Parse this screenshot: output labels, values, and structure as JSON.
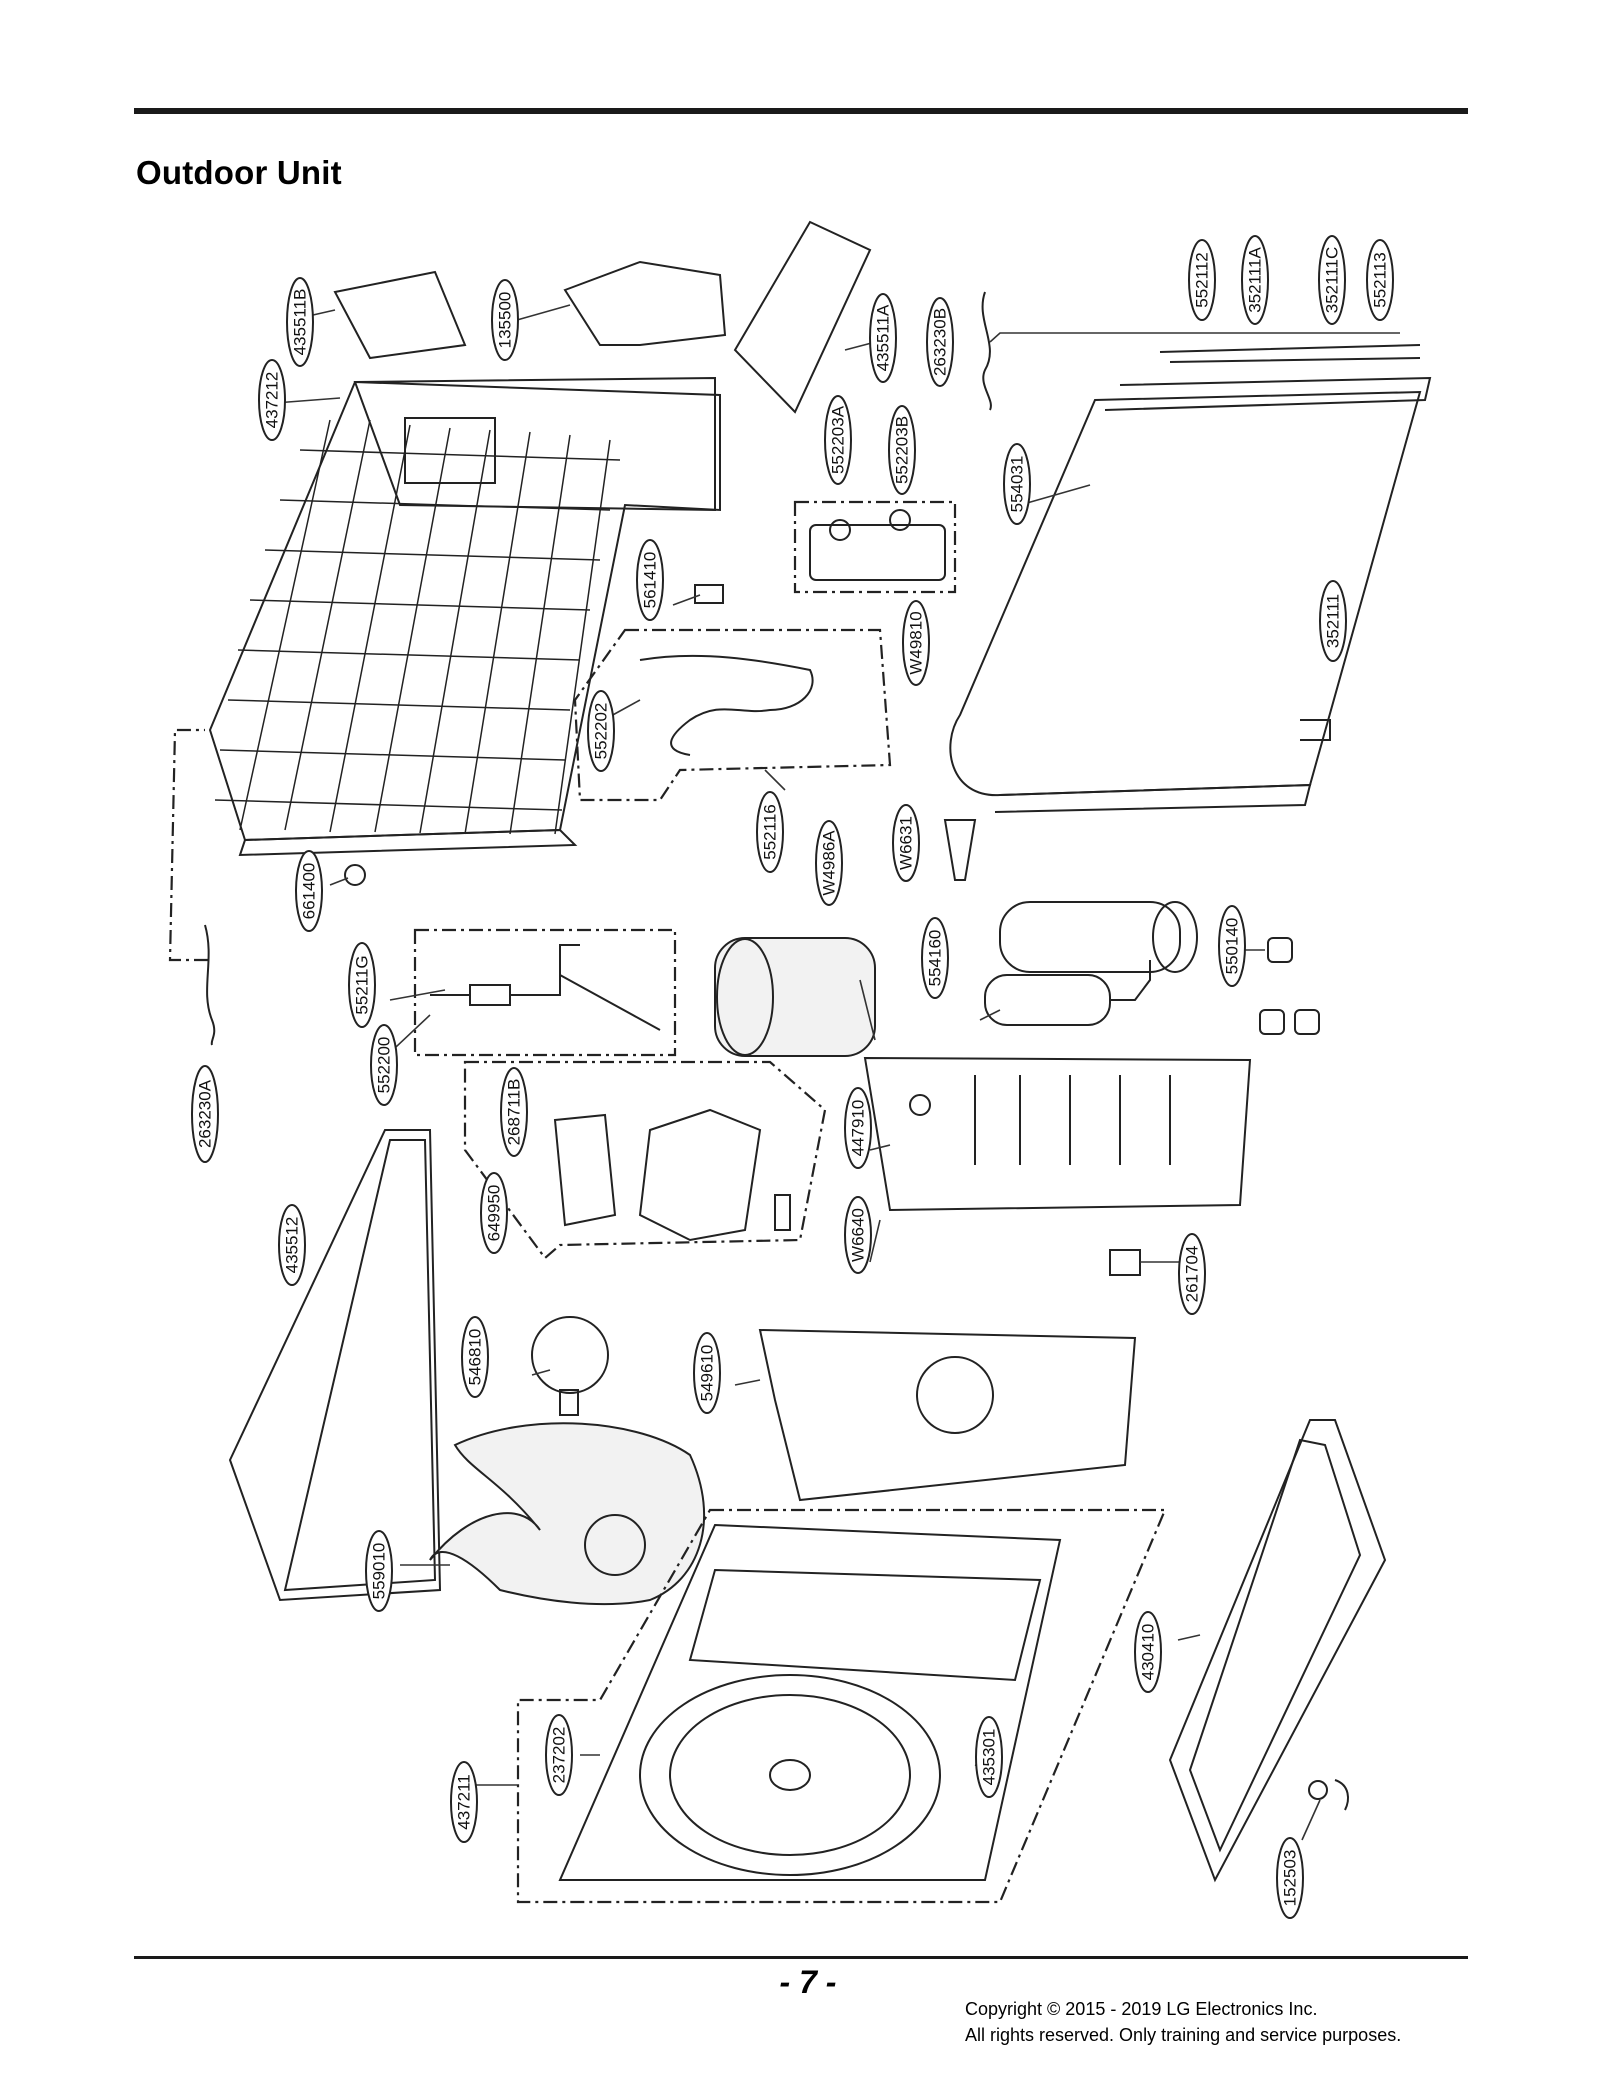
{
  "page": {
    "title": "Outdoor Unit",
    "page_number": "- 7 -",
    "copyright_line1": "Copyright © 2015 - 2019 LG Electronics Inc.",
    "copyright_line2": "All rights reserved. Only training and service purposes."
  },
  "callouts": [
    "435511B",
    "135500",
    "435511A",
    "263230B",
    "552112",
    "352111A",
    "352111C",
    "552113",
    "437212",
    "552203A",
    "552203B",
    "554031",
    "561410",
    "W49810",
    "352111",
    "552202",
    "552116",
    "W4986A",
    "W6631",
    "661400",
    "55211G",
    "554160",
    "550140",
    "552200",
    "263230A",
    "268711B",
    "447910",
    "649950",
    "W6640",
    "435512",
    "261704",
    "546810",
    "549610",
    "559010",
    "430410",
    "237202",
    "435301",
    "437211",
    "152503"
  ]
}
